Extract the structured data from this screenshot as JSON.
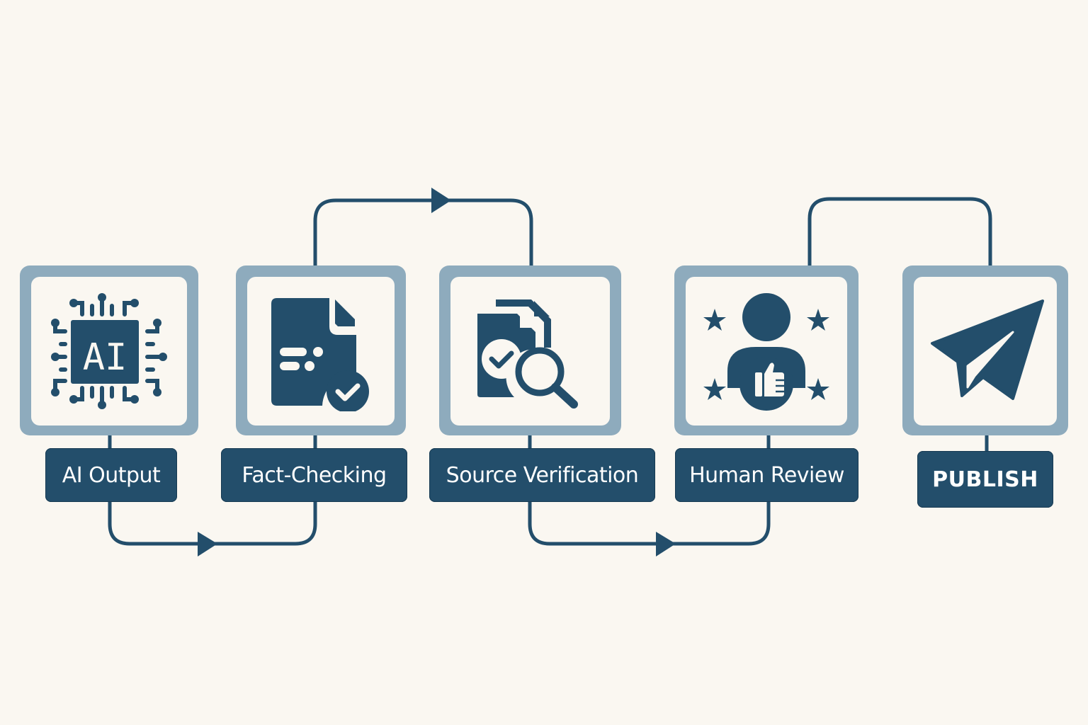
{
  "colors": {
    "background": "#faf7f1",
    "card_frame": "#8eabbd",
    "primary_dark": "#234e6b",
    "label_text": "#ffffff"
  },
  "steps": [
    {
      "label": "AI Output",
      "icon": "ai-chip-icon",
      "chip_text": "AI"
    },
    {
      "label": "Fact-Checking",
      "icon": "document-check-icon"
    },
    {
      "label": "Source Verification",
      "icon": "documents-magnifier-icon"
    },
    {
      "label": "Human Review",
      "icon": "person-thumbs-up-stars-icon"
    },
    {
      "label": "PUBLISH",
      "icon": "paper-plane-icon"
    }
  ],
  "connectors": [
    {
      "from": "AI Output",
      "to": "Fact-Checking",
      "route": "below",
      "arrow": true
    },
    {
      "from": "Fact-Checking",
      "to": "Source Verification",
      "route": "above",
      "arrow": true
    },
    {
      "from": "Source Verification",
      "to": "Human Review",
      "route": "below",
      "arrow": true
    },
    {
      "from": "Human Review",
      "to": "PUBLISH",
      "route": "above",
      "arrow": false
    }
  ]
}
